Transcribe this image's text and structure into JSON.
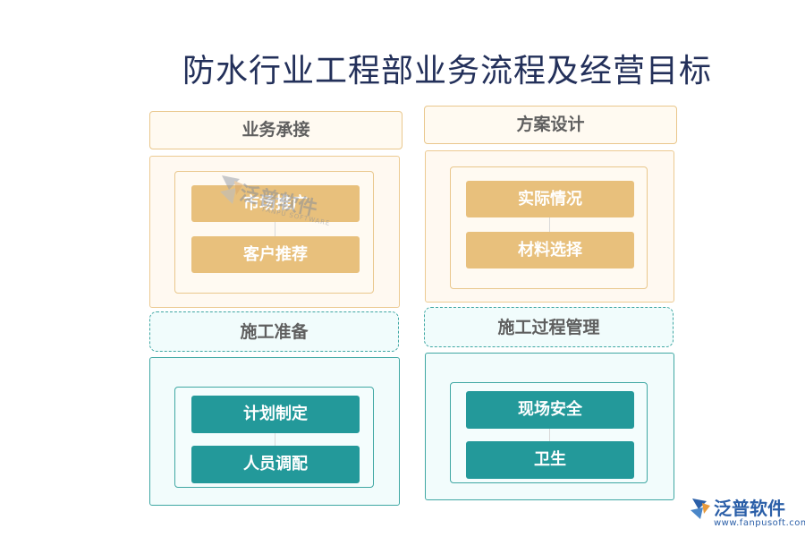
{
  "title": "防水行业工程部业务流程及经营目标",
  "groups": [
    {
      "header": "业务承接",
      "items": [
        "市场推广",
        "客户推荐"
      ]
    },
    {
      "header": "方案设计",
      "items": [
        "实际情况",
        "材料选择"
      ]
    },
    {
      "header": "施工准备",
      "items": [
        "计划制定",
        "人员调配"
      ]
    },
    {
      "header": "施工过程管理",
      "items": [
        "现场安全",
        "卫生"
      ]
    }
  ],
  "logo": {
    "name": "泛普软件",
    "url": "www.fanpusoft.com",
    "icon": "fanpu-logo-icon"
  },
  "watermark": {
    "name": "泛普软件",
    "sub": "FANPU SOFTWARE",
    "icon": "fanpu-watermark-icon"
  },
  "colors": {
    "cream": "#e8c07c",
    "teal": "#23999a",
    "title": "#23305a"
  }
}
